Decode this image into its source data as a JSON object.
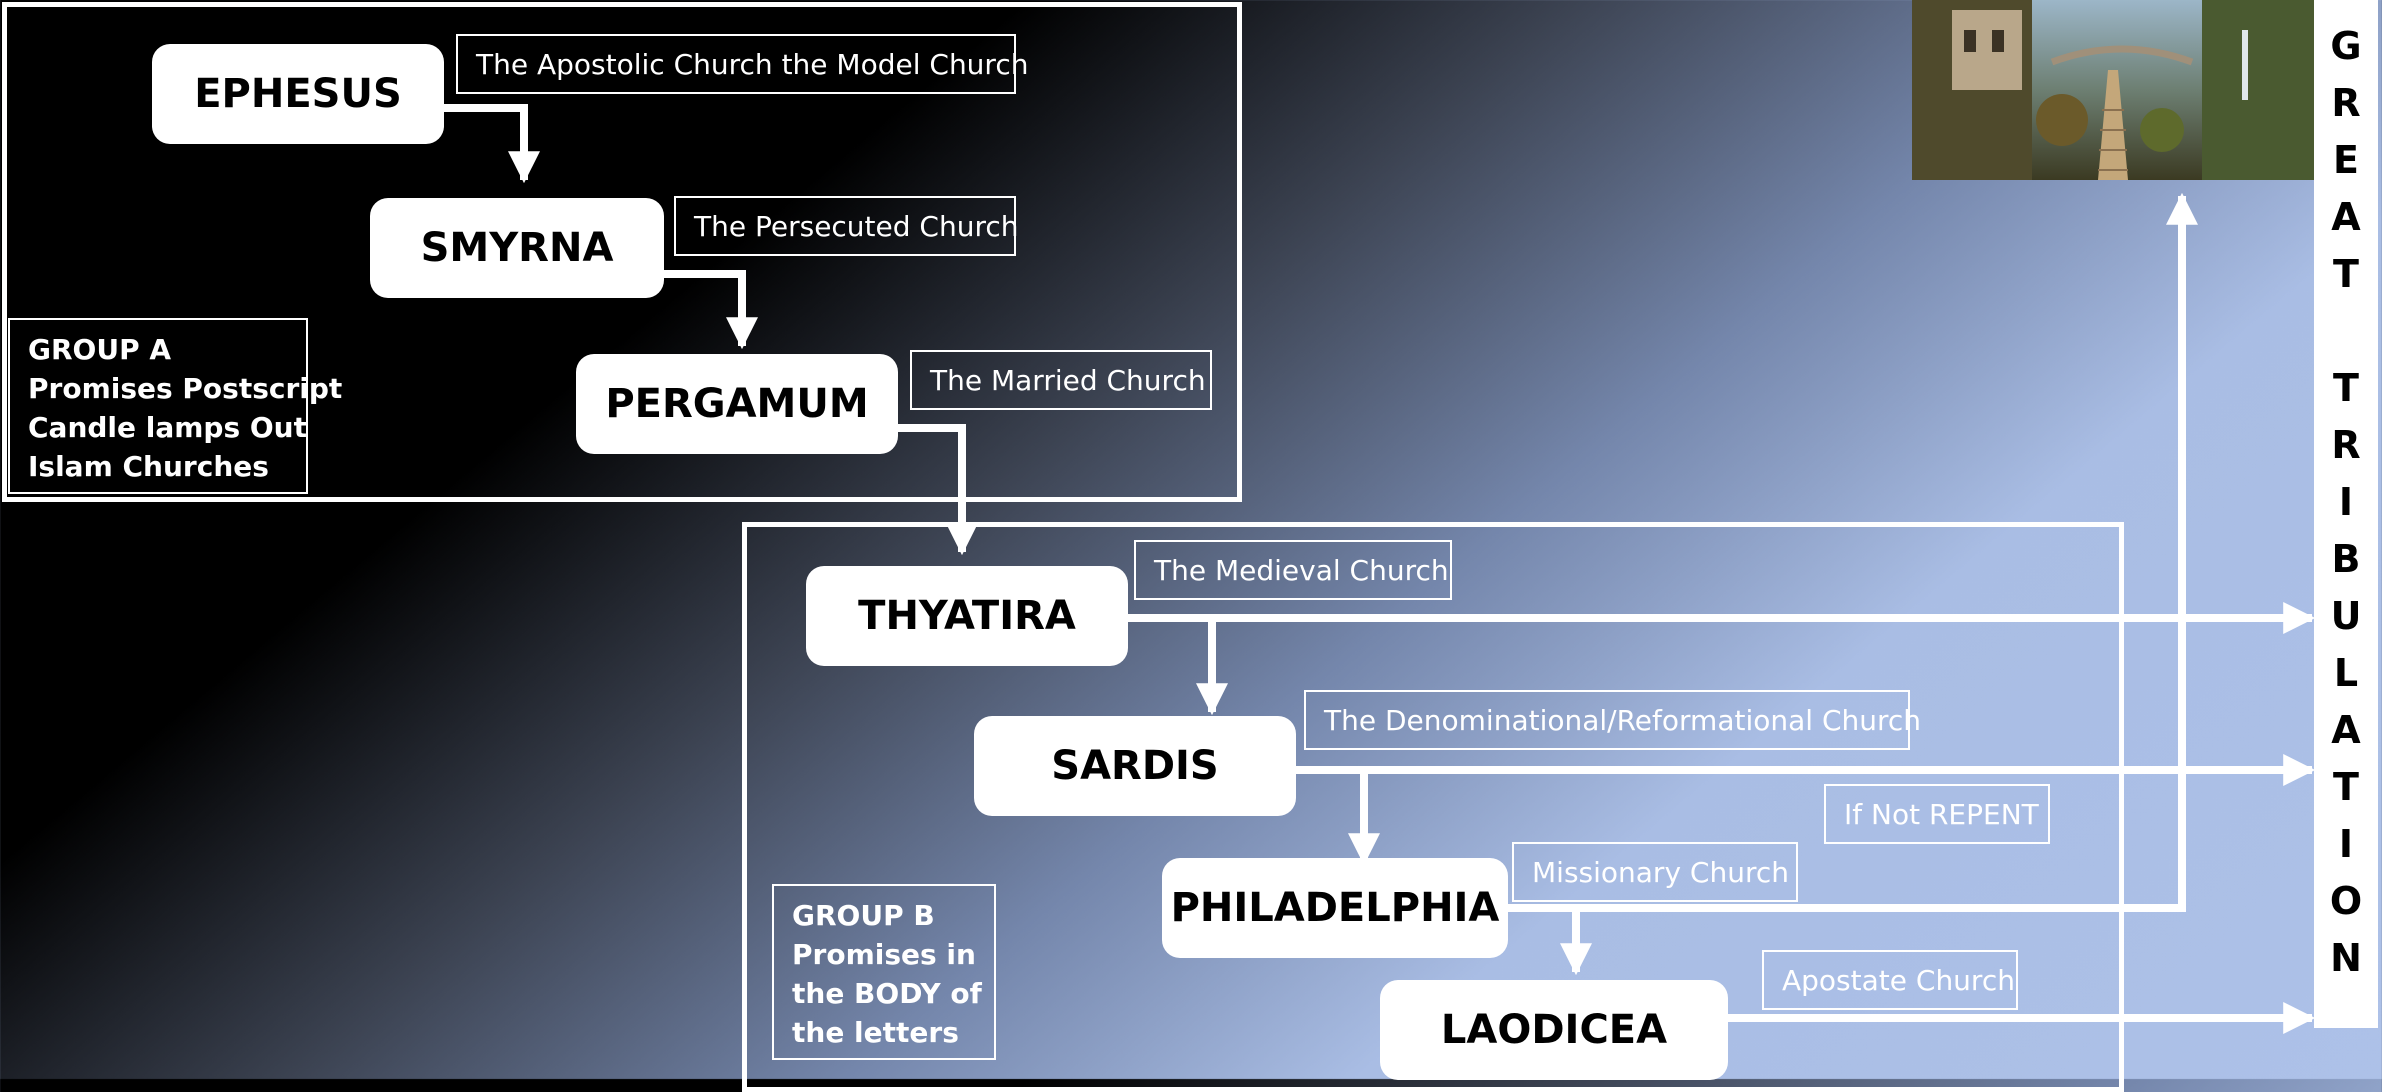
{
  "colors": {
    "accent": "#ffffff",
    "node_text": "#000000",
    "background_dark": "#000000",
    "background_light": "#adc1e8"
  },
  "churches": [
    {
      "name": "EPHESUS",
      "description": "The Apostolic Church the Model Church"
    },
    {
      "name": "SMYRNA",
      "description": "The Persecuted Church"
    },
    {
      "name": "PERGAMUM",
      "description": "The Married Church"
    },
    {
      "name": "THYATIRA",
      "description": "The Medieval Church"
    },
    {
      "name": "SARDIS",
      "description": "The Denominational/Reformational Church"
    },
    {
      "name": "PHILADELPHIA",
      "description": "Missionary Church"
    },
    {
      "name": "LAODICEA",
      "description": "Apostate Church"
    }
  ],
  "group_a": {
    "lines": [
      "GROUP A",
      "Promises Postscript",
      "Candle lamps Out",
      "Islam Churches"
    ]
  },
  "group_b": {
    "lines": [
      "GROUP B",
      "Promises in",
      "the BODY of",
      "the letters"
    ]
  },
  "condition_label": "If Not REPENT",
  "side_label": {
    "letters": [
      "G",
      "R",
      "E",
      "A",
      "T",
      "",
      "T",
      "R",
      "I",
      "B",
      "U",
      "L",
      "A",
      "T",
      "I",
      "O",
      "N"
    ]
  },
  "image": {
    "name": "heavenly-path-painting"
  }
}
